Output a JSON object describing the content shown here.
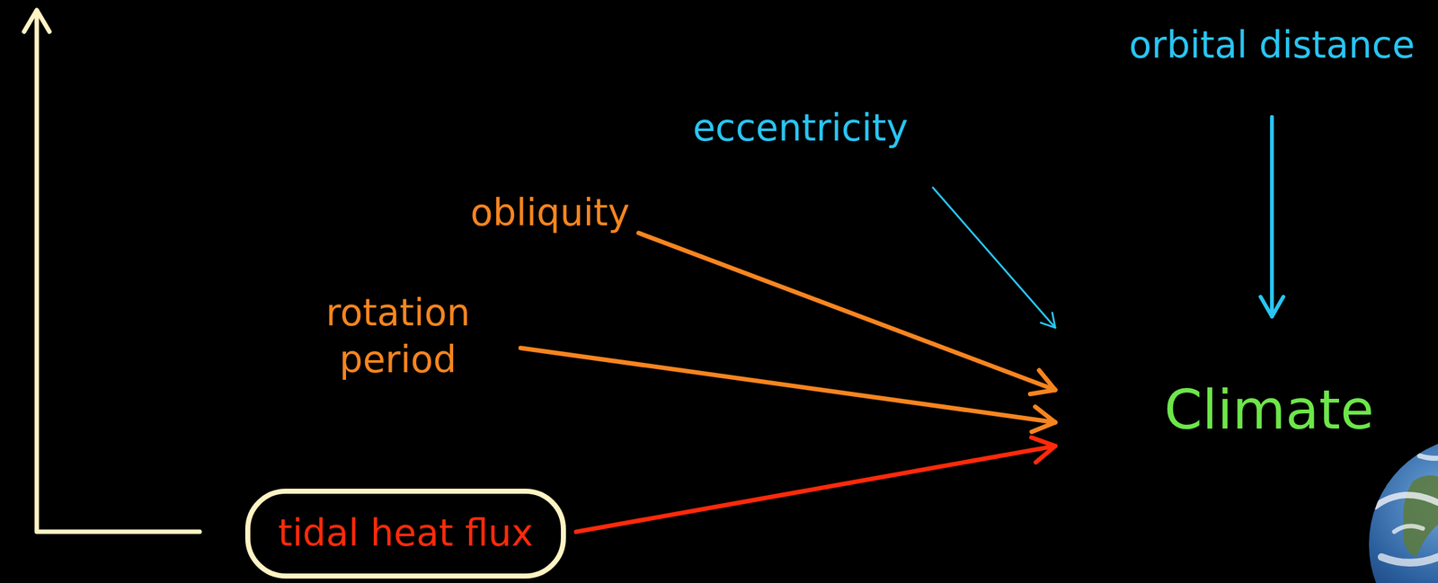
{
  "diagram": {
    "nodes": [
      {
        "text": [
          "orbital distance"
        ]
      },
      {
        "text": [
          "eccentricity"
        ]
      },
      {
        "text": [
          "obliquity"
        ]
      },
      {
        "text": [
          "rotation period"
        ]
      },
      {
        "text": [
          "Climate"
        ]
      },
      {
        "text": [
          "tidal heat flux"
        ]
      }
    ],
    "edges": [
      {
        "from": 0,
        "to": 4,
        "arrow": "to"
      },
      {
        "from": 1,
        "to": 4,
        "arrow": "to"
      },
      {
        "from": 2,
        "to": 4,
        "arrow": "to"
      },
      {
        "from": 3,
        "to": 4,
        "arrow": "to"
      },
      {
        "from": 5,
        "to": 4,
        "arrow": "to"
      }
    ]
  }
}
